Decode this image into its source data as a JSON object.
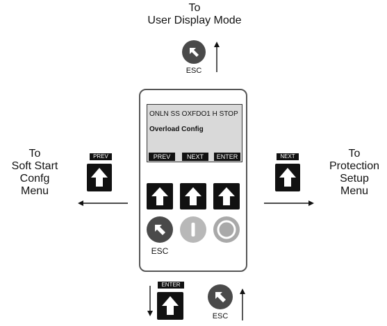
{
  "top_target": {
    "line1": "To",
    "line2": "User Display Mode"
  },
  "left_target": {
    "line1": "To",
    "line2": "Soft Start",
    "line3": "Confg",
    "line4": "Menu"
  },
  "right_target": {
    "line1": "To",
    "line2": "Protection",
    "line3": "Setup",
    "line4": "Menu"
  },
  "esc_label": "ESC",
  "key_labels": {
    "prev": "PREV",
    "next": "NEXT",
    "enter": "ENTER"
  },
  "display": {
    "status_line": "ONLN SS OXFDO1 H STOP",
    "menu_line": "Overload Config",
    "softkeys": [
      "PREV",
      "NEXT",
      "ENTER"
    ]
  },
  "device_buttons": {
    "esc_label": "ESC"
  },
  "colors": {
    "display_bg": "#d9d9d9",
    "key": "#111111",
    "esc": "#4a4a4a",
    "start_stop": "#b8b8b8"
  },
  "icons": [
    "up-arrow-key-icon",
    "esc-arrow-icon",
    "start-button-icon",
    "stop-button-icon"
  ]
}
